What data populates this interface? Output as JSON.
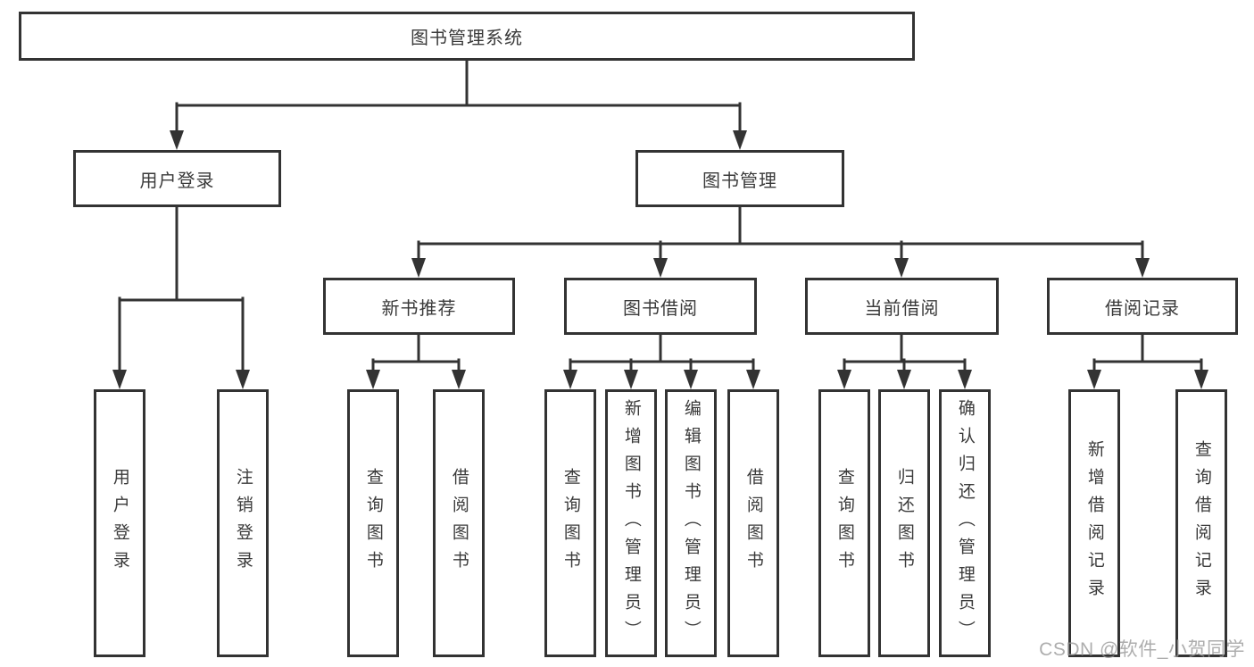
{
  "diagram": {
    "root": {
      "label": "图书管理系统"
    },
    "branches": [
      {
        "label": "用户登录",
        "children": [
          {
            "label": "用户登录"
          },
          {
            "label": "注销登录"
          }
        ]
      },
      {
        "label": "图书管理",
        "groups": [
          {
            "label": "新书推荐",
            "children": [
              {
                "label": "查询图书"
              },
              {
                "label": "借阅图书"
              }
            ]
          },
          {
            "label": "图书借阅",
            "children": [
              {
                "label": "查询图书"
              },
              {
                "label": "新增图书（管理员）"
              },
              {
                "label": "编辑图书（管理员）"
              },
              {
                "label": "借阅图书"
              }
            ]
          },
          {
            "label": "当前借阅",
            "children": [
              {
                "label": "查询图书"
              },
              {
                "label": "归还图书"
              },
              {
                "label": "确认归还（管理员）"
              }
            ]
          },
          {
            "label": "借阅记录",
            "children": [
              {
                "label": "新增借阅记录"
              },
              {
                "label": "查询借阅记录"
              }
            ]
          }
        ]
      }
    ]
  },
  "watermark": {
    "text": "CSDN @软件_小贺同学"
  },
  "colors": {
    "line": "#333333",
    "text": "#3a3a3a",
    "background": "#ffffff",
    "watermark": "#969696"
  }
}
